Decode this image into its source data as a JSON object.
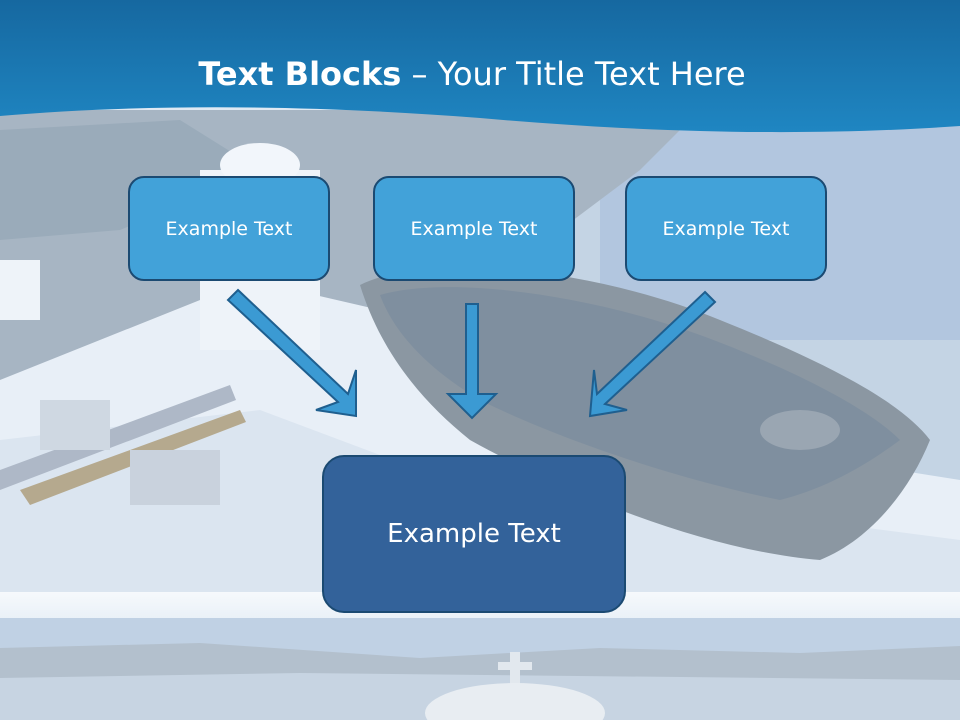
{
  "title": {
    "bold": "Text Blocks",
    "dash": " – ",
    "rest": "Your Title Text Here"
  },
  "blocks": [
    {
      "label": "Example Text"
    },
    {
      "label": "Example Text"
    },
    {
      "label": "Example Text"
    }
  ],
  "main_block": {
    "label": "Example Text"
  },
  "colors": {
    "header_blue": "#1a75b0",
    "box_light": "#42a2d9",
    "box_dark": "#33629a",
    "arrow_fill": "#3b9ad3",
    "arrow_stroke": "#1f5f8f"
  }
}
